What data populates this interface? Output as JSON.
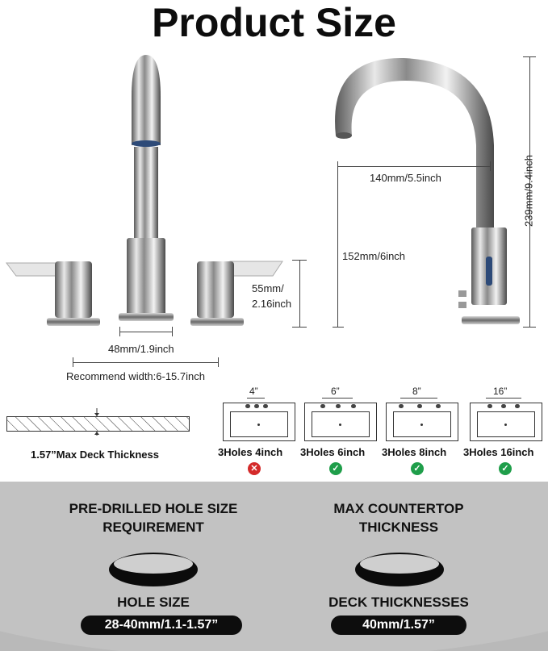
{
  "header": {
    "title": "Product Size"
  },
  "dimensions": {
    "spout_reach": "140mm/5.5inch",
    "total_height": "239mm/9.4inch",
    "spout_height": "152mm/6inch",
    "handle_height_mm": "55mm/",
    "handle_height_in": "2.16inch",
    "base_width": "48mm/1.9inch",
    "recommend_width": "Recommend width:6-15.7inch"
  },
  "deck": {
    "label": "1.57”Max Deck Thickness"
  },
  "sinks": [
    {
      "spacing": "4”",
      "label": "3Holes 4inch",
      "status": "incompatible",
      "icon": "cross-icon"
    },
    {
      "spacing": "6”",
      "label": "3Holes 6inch",
      "status": "compatible",
      "icon": "check-icon"
    },
    {
      "spacing": "8”",
      "label": "3Holes 8inch",
      "status": "compatible",
      "icon": "check-icon"
    },
    {
      "spacing": "16”",
      "label": "3Holes 16inch",
      "status": "compatible",
      "icon": "check-icon"
    }
  ],
  "colors": {
    "check": "#1f9e4a",
    "cross": "#d42a2a",
    "panel": "#b9b9b9"
  },
  "requirements": [
    {
      "title_line1": "PRE-DRILLED HOLE SIZE",
      "title_line2": "REQUIREMENT",
      "label": "HOLE SIZE",
      "value": "28-40mm/1.1-1.57”"
    },
    {
      "title_line1": "MAX COUNTERTOP",
      "title_line2": "THICKNESS",
      "label": "DECK THICKNESSES",
      "value": "40mm/1.57”"
    }
  ]
}
